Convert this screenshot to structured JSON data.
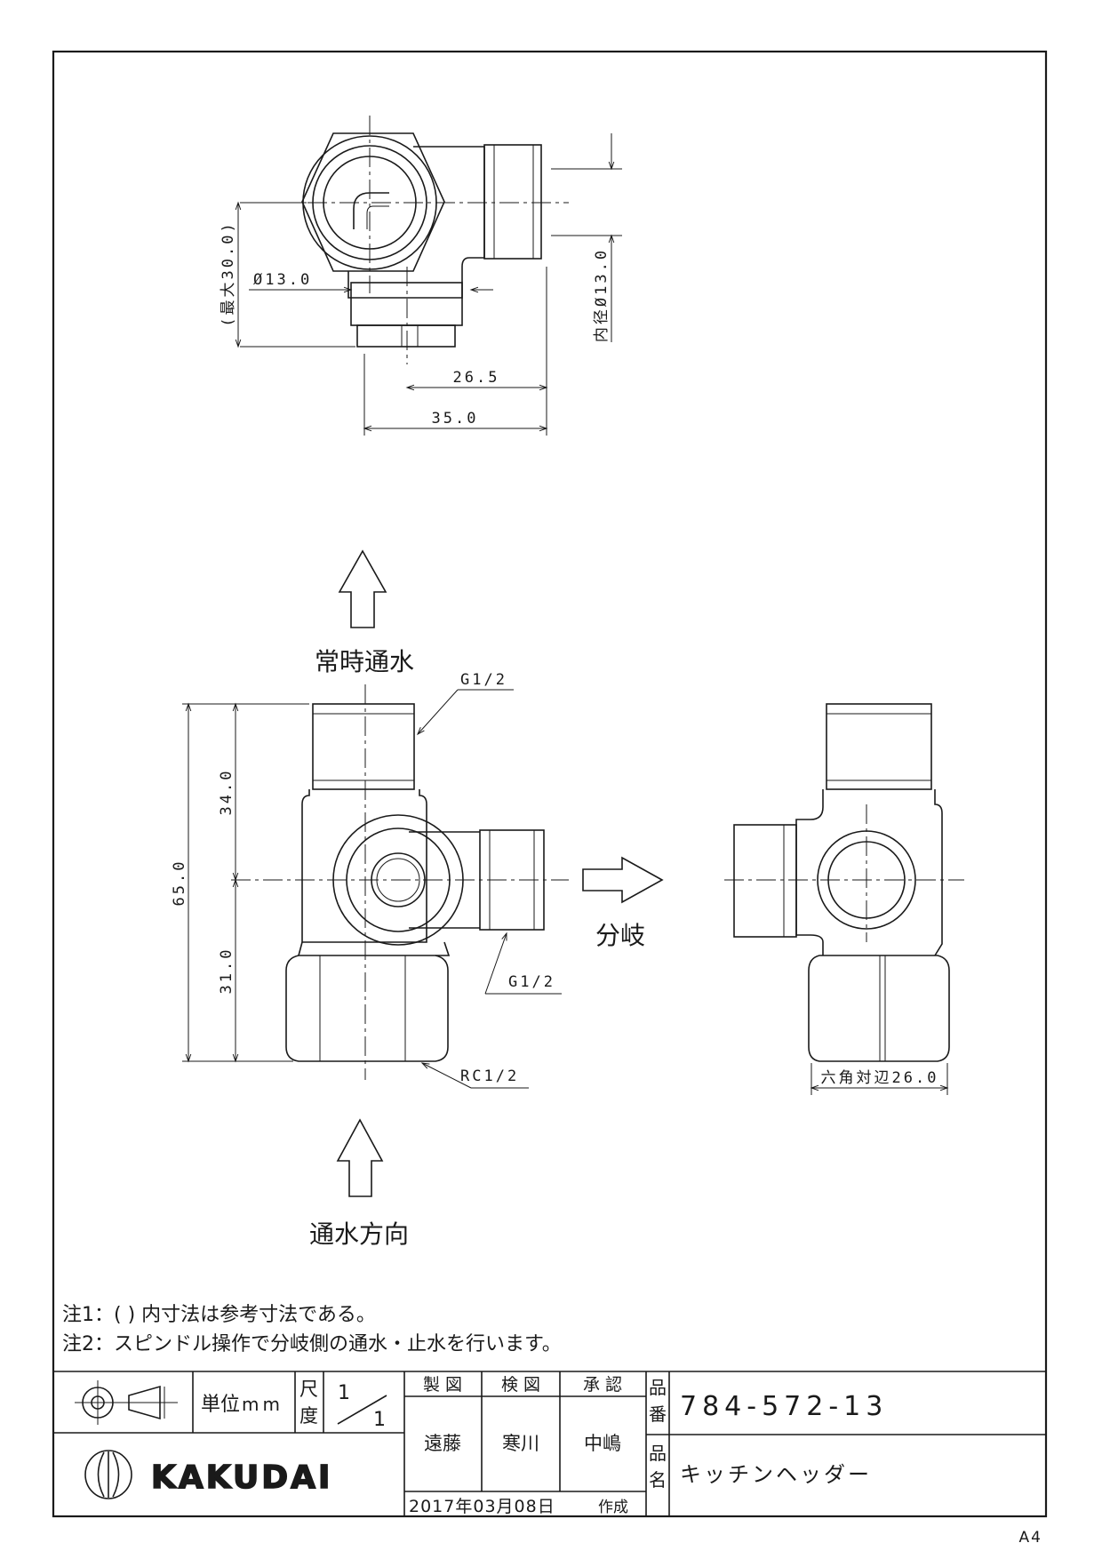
{
  "dimensions": {
    "max30": "(最大30.0)",
    "phi13": "Ø13.0",
    "inner_phi13": "内径Ø13.0",
    "d26_5": "26.5",
    "d35": "35.0",
    "d65": "65.0",
    "d34": "34.0",
    "d31": "31.0",
    "hex26": "六角対辺26.0"
  },
  "callouts": {
    "g_top": "G1/2",
    "g_side": "G1/2",
    "rc_bottom": "RC1/2"
  },
  "labels": {
    "normal_flow": "常時通水",
    "branch": "分岐",
    "flow_direction": "通水方向"
  },
  "notes": {
    "note1": "注1：( ) 内寸法は参考寸法である。",
    "note2": "注2：スピンドル操作で分岐側の通水・止水を行います。"
  },
  "title_block": {
    "unit_label": "単位",
    "unit_value": "mm",
    "scale_label_1": "尺",
    "scale_label_2": "度",
    "scale_num": "1",
    "scale_den": "1",
    "drawn_label": "製 図",
    "checked_label": "検 図",
    "approved_label": "承 認",
    "drawn_by": "遠藤",
    "checked_by": "寒川",
    "approved_by": "中嶋",
    "part_no_label_1": "品",
    "part_no_label_2": "番",
    "part_no": "784-572-13",
    "name_label_1": "品",
    "name_label_2": "名",
    "part_name": "キッチンヘッダー",
    "brand": "KAKUDAI",
    "date": "2017年03月08日",
    "created": "作成"
  },
  "sheet_size": "A4"
}
